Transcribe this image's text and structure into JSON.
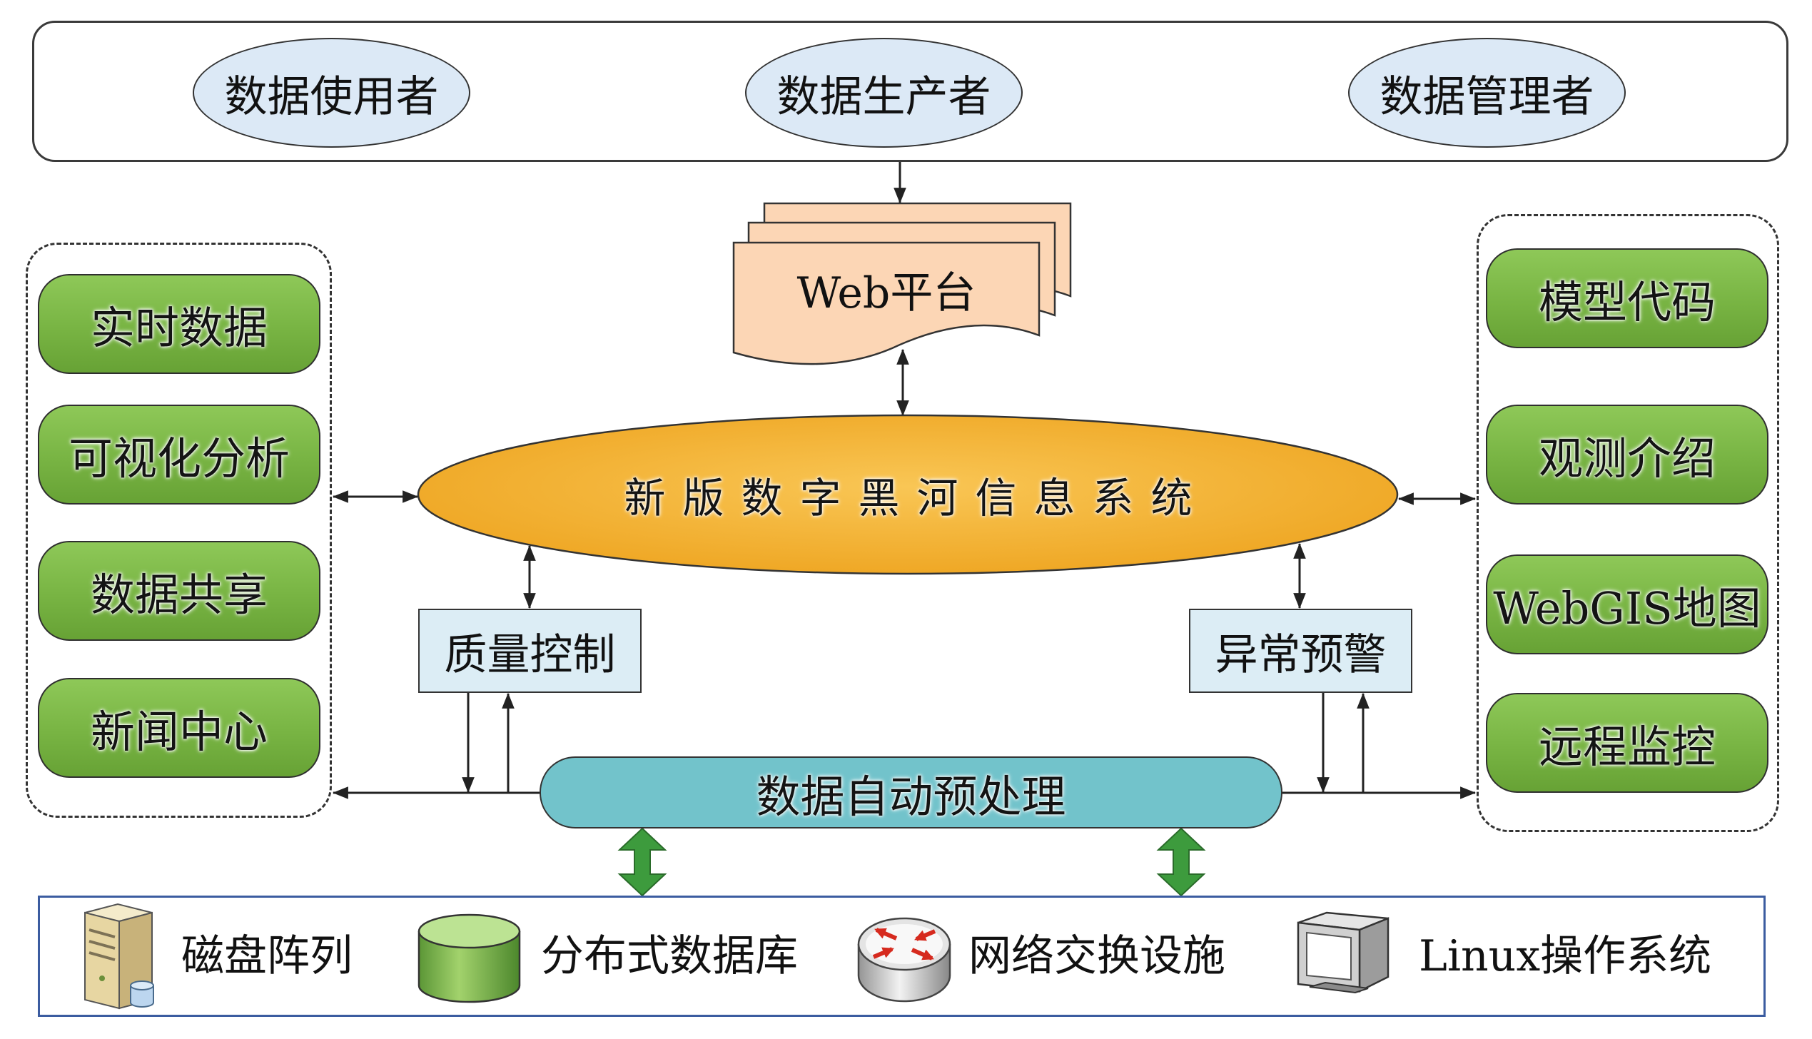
{
  "roles": [
    {
      "label": "数据使用者"
    },
    {
      "label": "数据生产者"
    },
    {
      "label": "数据管理者"
    }
  ],
  "web_platform": {
    "label": "Web平台"
  },
  "core_system": {
    "label": "新版数字黑河信息系统"
  },
  "left_modules": [
    "实时数据",
    "可视化分析",
    "数据共享",
    "新闻中心"
  ],
  "right_modules": [
    "模型代码",
    "观测介绍",
    "WebGIS地图",
    "远程监控"
  ],
  "quality_control": {
    "label": "质量控制"
  },
  "anomaly_warning": {
    "label": "异常预警"
  },
  "preprocessing": {
    "label": "数据自动预处理"
  },
  "infrastructure": [
    {
      "label": "磁盘阵列",
      "icon": "server-icon"
    },
    {
      "label": "分布式数据库",
      "icon": "database-icon"
    },
    {
      "label": "网络交换设施",
      "icon": "router-icon"
    },
    {
      "label": "Linux操作系统",
      "icon": "monitor-icon"
    }
  ],
  "colors": {
    "role_fill": "#dce9f6",
    "module_fill": "#78b443",
    "core_fill": "#f4b231",
    "doc_fill": "#fcd6b5",
    "ctrl_fill": "#dcedf5",
    "prep_fill": "#72c3cb",
    "link_green": "#3d9b3d",
    "infra_border": "#3b5ca0"
  }
}
